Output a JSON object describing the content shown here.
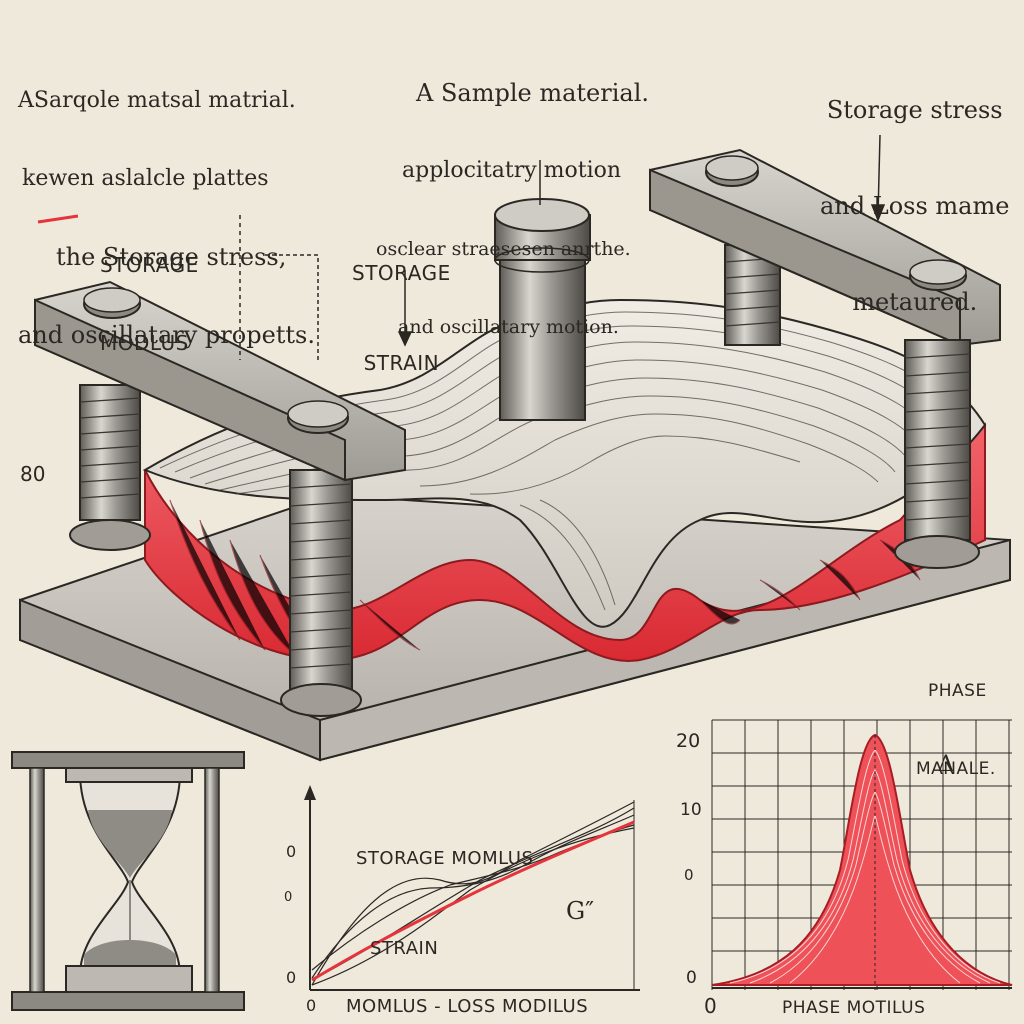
{
  "annotations": {
    "top_left": [
      "ASarqole matsal matrial.",
      "kewen aslalcle plattes",
      "the Storage stress,",
      "and oscillatary propetts."
    ],
    "top_center": [
      "A Sample material.",
      "applocitatry motion",
      "osclear straesesen anrthe.",
      "and oscillatary motion."
    ],
    "top_right": [
      "Storage stress",
      "and Loss mame",
      "metaured."
    ],
    "storage_modulus": [
      "STORAGE",
      "MODLUS"
    ],
    "storage_strain": [
      "STORAGE",
      "STRAIN"
    ],
    "left_value": "80",
    "phase_label": [
      "PHASE",
      "MANALE."
    ]
  },
  "plot_left": {
    "title": [
      "STORAGE MOMLUS",
      "STRAIN"
    ],
    "y_ticks": [
      "0",
      "0",
      "0"
    ],
    "g_label": "G″",
    "x_label": "MOMLUS - LOSS MODILUS",
    "x_start": "0"
  },
  "plot_right": {
    "y_ticks": [
      "20",
      "10",
      "0",
      "0"
    ],
    "x_label": "PHASE MOTILUS",
    "x_start": "0",
    "peak_mark": "Δ"
  },
  "colors": {
    "paper": "#efe9dc",
    "ink": "#2b2723",
    "red": "#e5343c",
    "metal": "#b9b6b0",
    "metal_dark": "#6e6a65"
  }
}
